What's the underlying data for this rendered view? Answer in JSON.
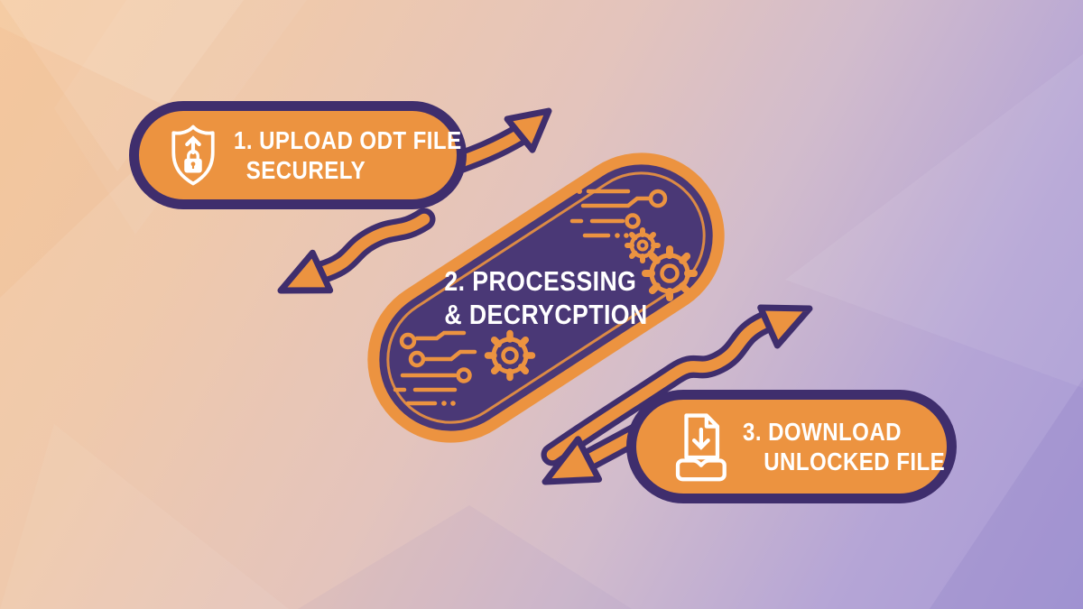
{
  "diagram": {
    "type": "process-flow-infographic",
    "steps": [
      {
        "label_lines": [
          "1. UPLOAD ODT FILE",
          "SECURELY"
        ],
        "icon": "shield-upload-lock-icon"
      },
      {
        "label_lines": [
          "2. PROCESSING",
          "& DECRYCPTION"
        ],
        "icon": "gears-circuit-icon"
      },
      {
        "label_lines": [
          "3. DOWNLOAD",
          "UNLOCKED FILE"
        ],
        "icon": "file-download-tray-icon"
      }
    ],
    "arrows": [
      {
        "name": "arrow-from-step1-up-right",
        "direction": "up-right"
      },
      {
        "name": "arrow-from-step2-down-left",
        "direction": "down-left"
      },
      {
        "name": "arrow-from-step3-up-right",
        "direction": "up-right"
      },
      {
        "name": "arrow-from-step3-down-left",
        "direction": "down-left"
      }
    ],
    "palette": {
      "orange": "#EC9340",
      "outline_purple": "#3F2E6D",
      "pill_fill_purple": "#4A3876",
      "text_white": "#FFFFFF",
      "background_top_left": "#F5CCA4",
      "background_bottom_right": "#A79AD6"
    }
  }
}
